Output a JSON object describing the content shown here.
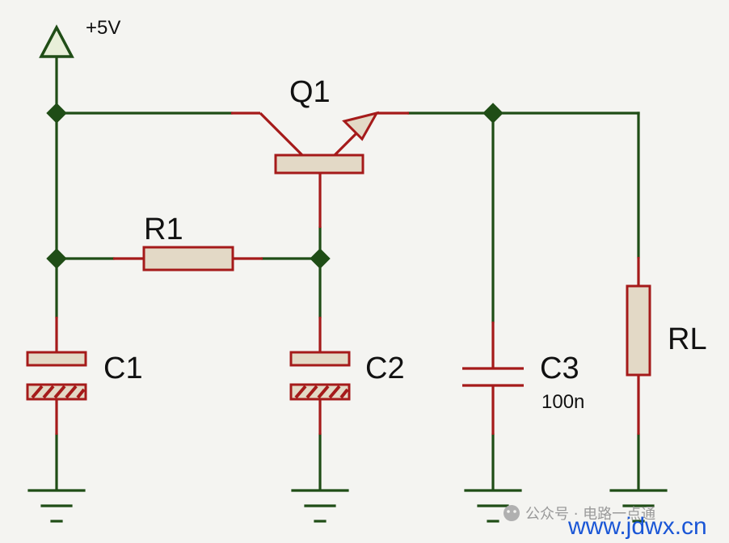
{
  "labels": {
    "supply": "+5V",
    "q1": "Q1",
    "r1": "R1",
    "c1": "C1",
    "c2": "C2",
    "c3": "C3",
    "c3_value": "100n",
    "rl": "RL"
  },
  "watermark": {
    "account": "公众号 · 电路一点通",
    "url": "www.jdwx.cn"
  },
  "colors": {
    "wire": "#1f4d16",
    "pin": "#a51a1a",
    "component_fill": "#e3d9c6",
    "background": "#f4f4f1",
    "watermark_url": "#1a56d6"
  }
}
